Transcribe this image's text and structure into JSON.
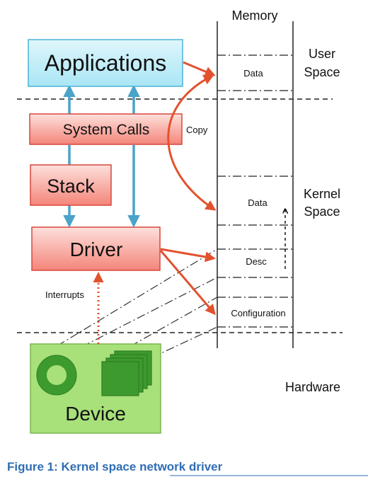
{
  "colors": {
    "app_fill_top": "#dff6fb",
    "app_fill_bottom": "#a9e6f6",
    "app_stroke": "#4ab3d6",
    "red_fill_top": "#fde0dc",
    "red_fill_bottom": "#f4857a",
    "red_stroke": "#d9473c",
    "device_fill": "#a8e07a",
    "device_stroke": "#7ab64c",
    "device_icon": "#3d9a2e",
    "device_icon_stroke": "#2e7d22",
    "blue_arrow": "#4aa3c8",
    "orange_arrow": "#e2522e",
    "caption": "#2f6db3"
  },
  "boxes": {
    "applications": "Applications",
    "system_calls": "System Calls",
    "stack": "Stack",
    "driver": "Driver",
    "device": "Device"
  },
  "labels": {
    "memory": "Memory",
    "user_space": [
      "User",
      "Space"
    ],
    "kernel_space": [
      "Kernel",
      "Space"
    ],
    "hardware": "Hardware",
    "copy": "Copy",
    "interrupts": "Interrupts"
  },
  "memory_regions": {
    "data_user": "Data",
    "data_kernel": "Data",
    "desc": "Desc",
    "configuration": "Configuration"
  },
  "icons": {
    "ring": "ring-icon",
    "cards": "stacked-cards-icon"
  },
  "caption": "Figure 1: Kernel space network driver"
}
